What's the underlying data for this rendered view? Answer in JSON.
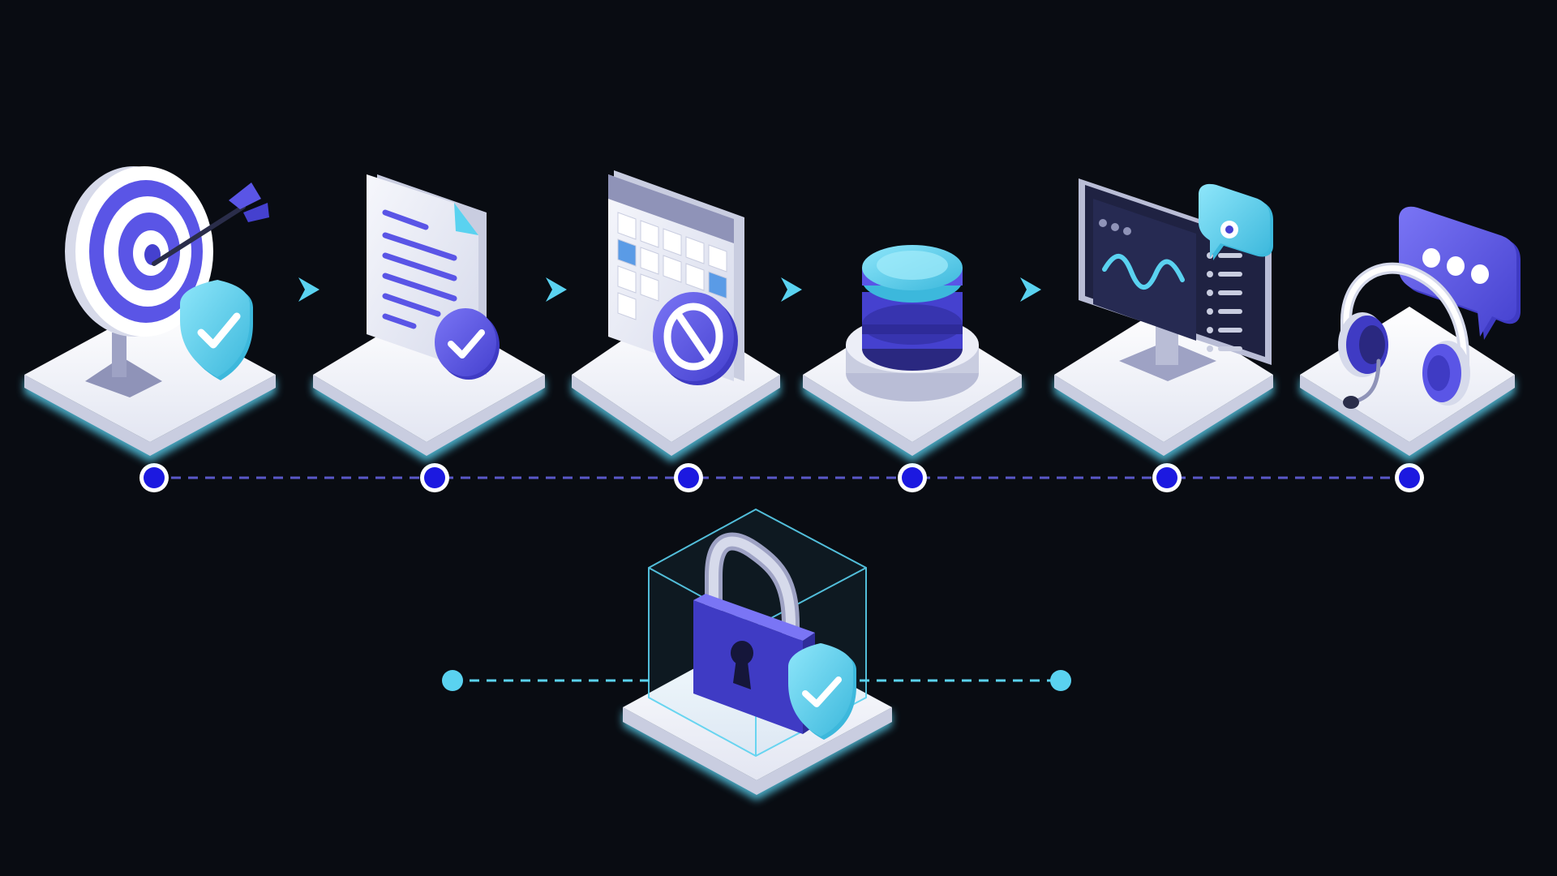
{
  "colors": {
    "background": "#090c12",
    "indigo": "#5a55e6",
    "indigo_dark": "#3f3bc4",
    "node_blue": "#1c19e0",
    "cyan": "#5ad2f0",
    "cyan_light": "#8ee6fa",
    "platform_top": "#eef0f8",
    "platform_side": "#c9cde0",
    "paper": "#e4e7f3",
    "screen": "#1f2242",
    "dashed_line": "#5a58c8",
    "dashed_cyan": "#5ad2f0"
  },
  "steps": [
    {
      "id": "target",
      "icon": "target-with-shield-icon"
    },
    {
      "id": "document",
      "icon": "document-approved-icon"
    },
    {
      "id": "calendar",
      "icon": "calendar-blocked-icon"
    },
    {
      "id": "button",
      "icon": "push-button-icon"
    },
    {
      "id": "monitor",
      "icon": "monitoring-screen-icon"
    },
    {
      "id": "support",
      "icon": "headset-chat-icon"
    }
  ],
  "flow_arrows": 4,
  "secure_core": {
    "icon": "padlock-shield-icon",
    "endpoints": 2
  }
}
